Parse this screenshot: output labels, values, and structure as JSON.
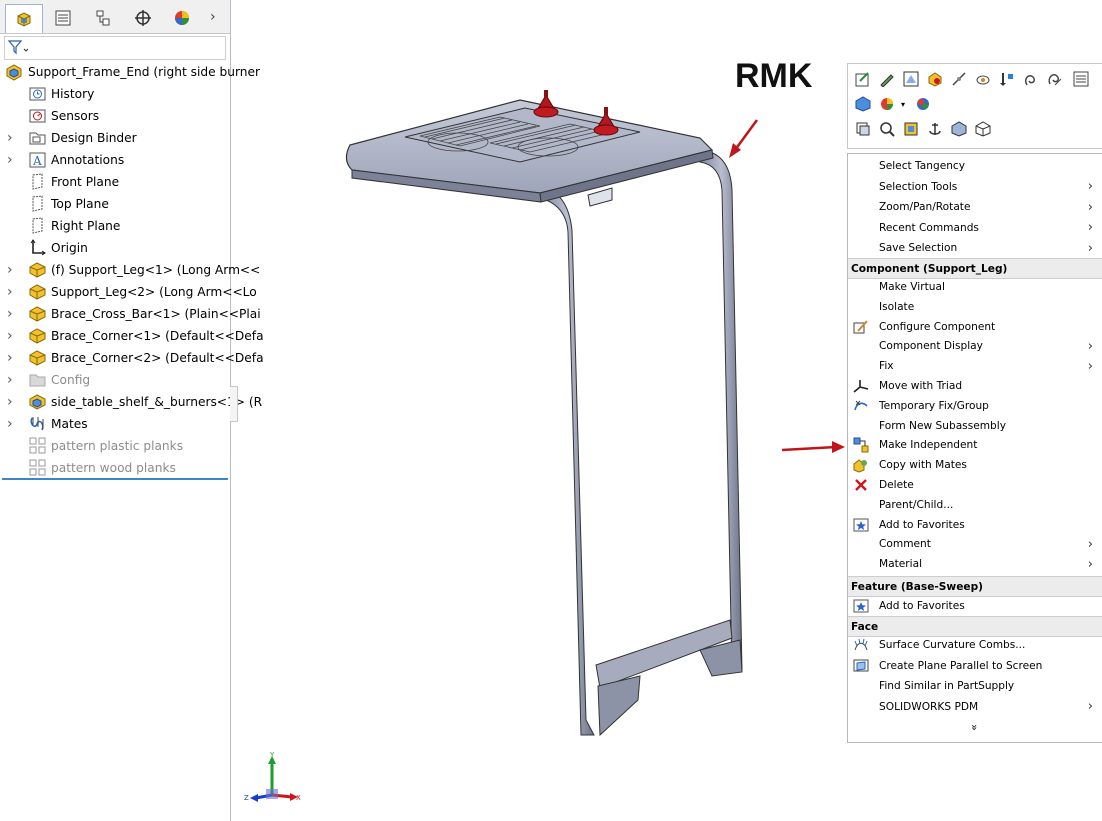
{
  "feature_tree": {
    "root_label": "Support_Frame_End  (right side burner",
    "items": [
      {
        "label": "History",
        "icon": "history-icon",
        "expand": false,
        "grey": false
      },
      {
        "label": "Sensors",
        "icon": "sensors-icon",
        "expand": false,
        "grey": false
      },
      {
        "label": "Design Binder",
        "icon": "design-binder-icon",
        "expand": true,
        "grey": false
      },
      {
        "label": "Annotations",
        "icon": "annotations-icon",
        "expand": true,
        "grey": false
      },
      {
        "label": "Front Plane",
        "icon": "plane-icon",
        "expand": false,
        "grey": false
      },
      {
        "label": "Top Plane",
        "icon": "plane-icon",
        "expand": false,
        "grey": false
      },
      {
        "label": "Right Plane",
        "icon": "plane-icon",
        "expand": false,
        "grey": false
      },
      {
        "label": "Origin",
        "icon": "origin-icon",
        "expand": false,
        "grey": false
      },
      {
        "label": "(f) Support_Leg<1> (Long Arm<<",
        "icon": "part-icon",
        "expand": true,
        "grey": false
      },
      {
        "label": "Support_Leg<2> (Long Arm<<Lo",
        "icon": "part-icon",
        "expand": true,
        "grey": false
      },
      {
        "label": "Brace_Cross_Bar<1> (Plain<<Plai",
        "icon": "part-icon",
        "expand": true,
        "grey": false
      },
      {
        "label": "Brace_Corner<1> (Default<<Defa",
        "icon": "part-icon",
        "expand": true,
        "grey": false
      },
      {
        "label": "Brace_Corner<2> (Default<<Defa",
        "icon": "part-icon",
        "expand": true,
        "grey": false
      },
      {
        "label": "Config",
        "icon": "folder-icon",
        "expand": true,
        "grey": true
      },
      {
        "label": "side_table_shelf_&_burners<1> (R",
        "icon": "assembly-icon",
        "expand": true,
        "grey": false
      },
      {
        "label": "Mates",
        "icon": "mates-icon",
        "expand": true,
        "grey": false
      },
      {
        "label": "pattern plastic planks",
        "icon": "pattern-icon",
        "expand": false,
        "grey": true
      },
      {
        "label": "pattern wood planks",
        "icon": "pattern-icon",
        "expand": false,
        "grey": true
      }
    ]
  },
  "annotation": {
    "text": "RMK",
    "arrow_color": "#c0161b"
  },
  "context_menu": {
    "general": [
      {
        "label": "Select Tangency",
        "submenu": false
      },
      {
        "label": "Selection Tools",
        "submenu": true
      },
      {
        "label": "Zoom/Pan/Rotate",
        "submenu": true
      },
      {
        "label": "Recent Commands",
        "submenu": true
      },
      {
        "label": "Save Selection",
        "submenu": true
      }
    ],
    "component_header": "Component (Support_Leg)",
    "component": [
      {
        "label": "Make Virtual",
        "submenu": false,
        "icon": ""
      },
      {
        "label": "Isolate",
        "submenu": false,
        "icon": ""
      },
      {
        "label": "Configure Component",
        "submenu": false,
        "icon": "configure-icon"
      },
      {
        "label": "Component Display",
        "submenu": true,
        "icon": ""
      },
      {
        "label": "Fix",
        "submenu": true,
        "icon": ""
      },
      {
        "label": "Move with Triad",
        "submenu": false,
        "icon": "triad-icon"
      },
      {
        "label": "Temporary Fix/Group",
        "submenu": false,
        "icon": "temp-fix-icon"
      },
      {
        "label": "Form New Subassembly",
        "submenu": false,
        "icon": ""
      },
      {
        "label": "Make Independent",
        "submenu": false,
        "icon": "make-independent-icon"
      },
      {
        "label": "Copy with Mates",
        "submenu": false,
        "icon": "copy-mates-icon"
      },
      {
        "label": "Delete",
        "submenu": false,
        "icon": "delete-icon"
      },
      {
        "label": "Parent/Child...",
        "submenu": false,
        "icon": ""
      },
      {
        "label": "Add to Favorites",
        "submenu": false,
        "icon": "favorites-icon"
      },
      {
        "label": "Comment",
        "submenu": true,
        "icon": ""
      },
      {
        "label": "Material",
        "submenu": true,
        "icon": ""
      }
    ],
    "feature_header": "Feature (Base-Sweep)",
    "feature": [
      {
        "label": "Add to Favorites",
        "submenu": false,
        "icon": "favorites-icon"
      }
    ],
    "face_header": "Face",
    "face": [
      {
        "label": "Surface Curvature Combs...",
        "submenu": false,
        "icon": "curvature-icon"
      },
      {
        "label": "Create Plane Parallel to Screen",
        "submenu": false,
        "icon": "plane-parallel-icon"
      },
      {
        "label": "Find Similar in PartSupply",
        "submenu": false,
        "icon": ""
      },
      {
        "label": "SOLIDWORKS PDM",
        "submenu": true,
        "icon": ""
      }
    ],
    "more_glyph": "»"
  },
  "triad": {
    "x": "X",
    "y": "Y",
    "z": "Z"
  },
  "colors": {
    "accent": "#3a86c8",
    "annotation": "#c0161b",
    "model": "#9aa1b8"
  }
}
